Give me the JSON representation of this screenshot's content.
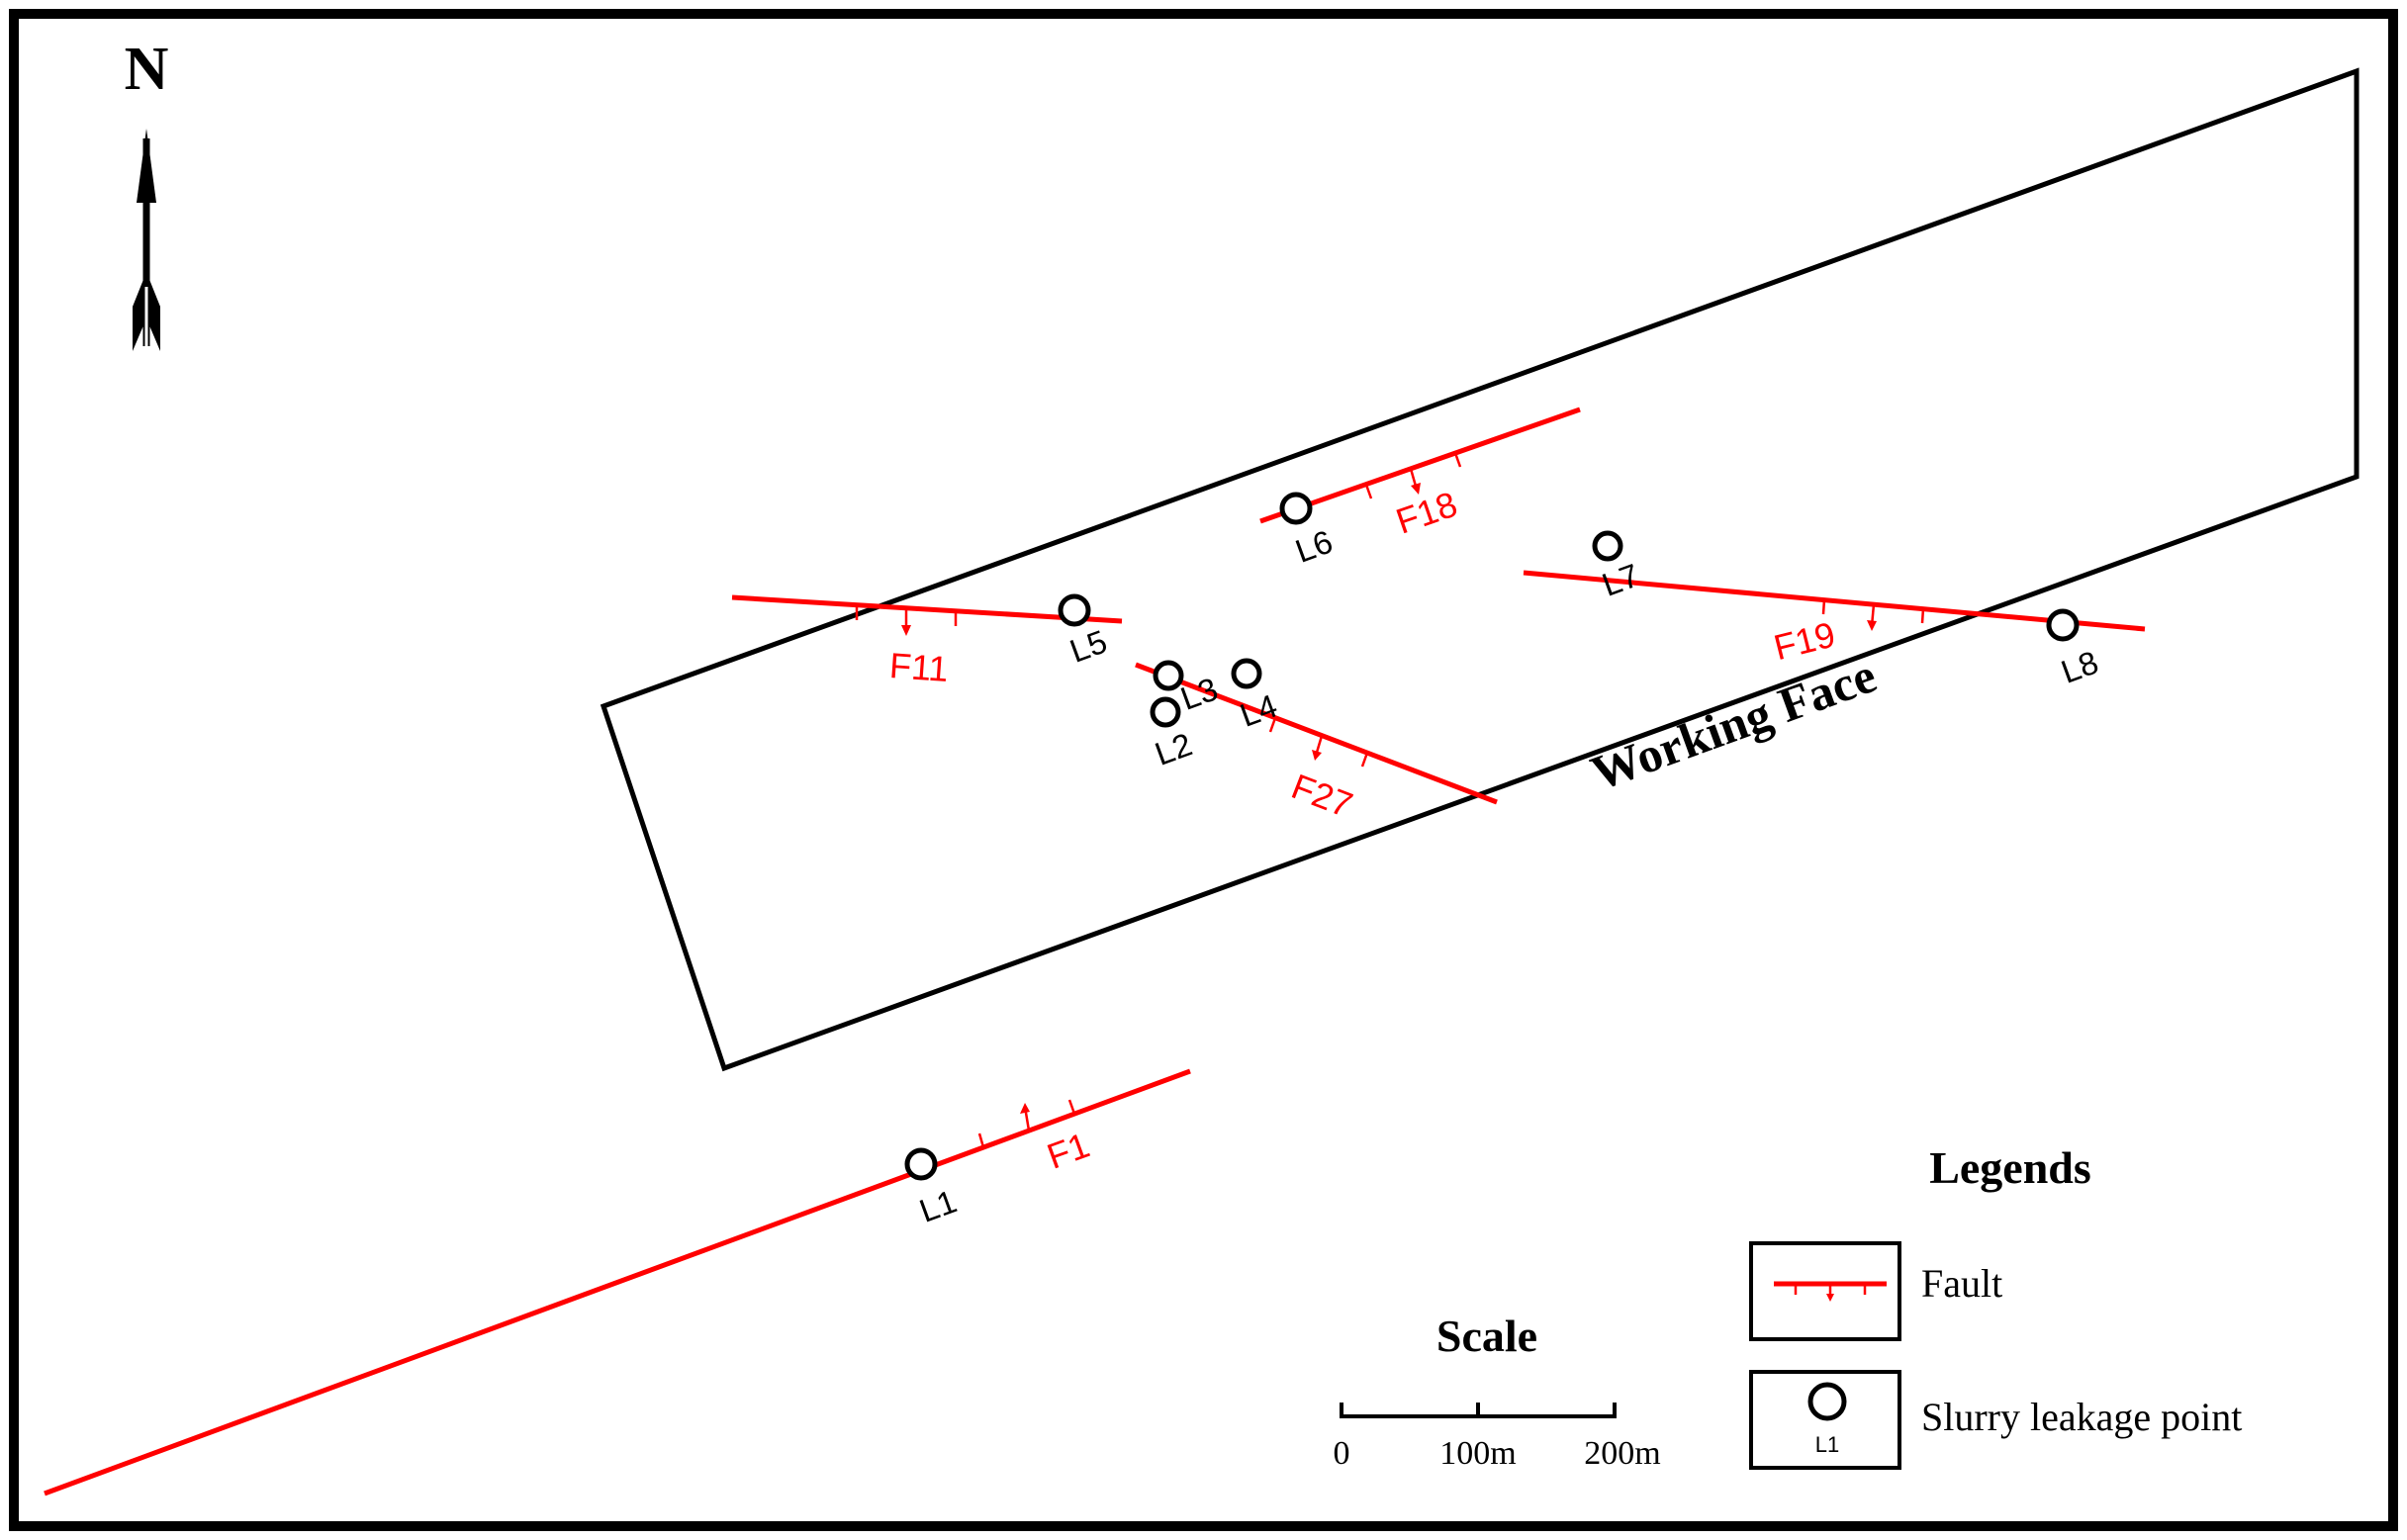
{
  "north": {
    "label": "N"
  },
  "working_face": {
    "label": "Working Face"
  },
  "faults": [
    {
      "id": "F1",
      "label": "F1"
    },
    {
      "id": "F11",
      "label": "F11"
    },
    {
      "id": "F18",
      "label": "F18"
    },
    {
      "id": "F19",
      "label": "F19"
    },
    {
      "id": "F27",
      "label": "F27"
    }
  ],
  "leak_points": [
    {
      "id": "L1",
      "label": "L1"
    },
    {
      "id": "L2",
      "label": "L2"
    },
    {
      "id": "L3",
      "label": "L3"
    },
    {
      "id": "L4",
      "label": "L4"
    },
    {
      "id": "L5",
      "label": "L5"
    },
    {
      "id": "L6",
      "label": "L6"
    },
    {
      "id": "L7",
      "label": "L7"
    },
    {
      "id": "L8",
      "label": "L8"
    }
  ],
  "scale": {
    "title": "Scale",
    "ticks": [
      "0",
      "100m",
      "200m"
    ]
  },
  "legend": {
    "title": "Legends",
    "fault_label": "Fault",
    "leak_label": "Slurry leakage point",
    "leak_sample_label": "L1"
  },
  "colors": {
    "fault": "#ff0000",
    "outline": "#000000",
    "background": "#ffffff"
  }
}
